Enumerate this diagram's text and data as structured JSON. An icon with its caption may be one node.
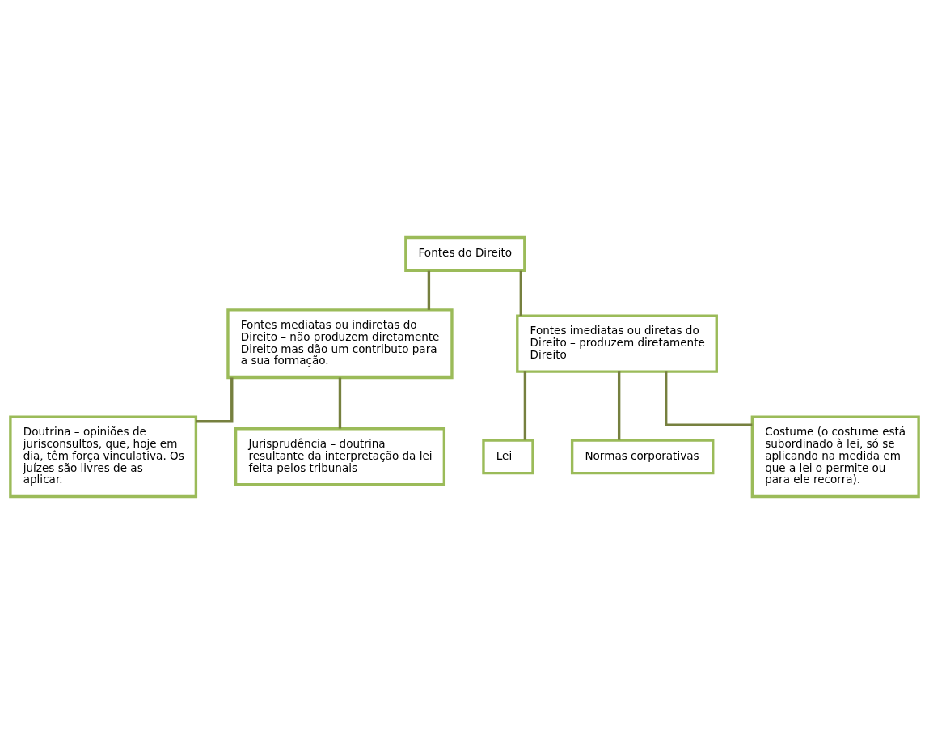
{
  "diagram": {
    "nodes": [
      {
        "text": [
          "Fontes do Direito"
        ]
      },
      {
        "text": [
          "Fontes mediatas ou indiretas do Direito – não produzem diretamente Direito mas dão um contributo para a sua formação."
        ]
      },
      {
        "text": [
          "Fontes imediatas ou diretas do Direito – produzem diretamente Direito"
        ]
      },
      {
        "text": [
          "Doutrina – opiniões de jurisconsultos, que, hoje em dia, têm força vinculativa. Os juízes são livres de as aplicar."
        ]
      },
      {
        "text": [
          "Jurisprudência – doutrina resultante da interpretação da lei feita pelos tribunais"
        ]
      },
      {
        "text": [
          "Lei"
        ]
      },
      {
        "text": [
          "Normas corporativas"
        ]
      },
      {
        "text": [
          "Costume (o costume está subordinado à lei, só se aplicando na medida em que a lei o permite ou para ele recorra)."
        ]
      }
    ],
    "edges": [
      {
        "from": 0,
        "to": 1,
        "arrow": "none"
      },
      {
        "from": 0,
        "to": 2,
        "arrow": "none"
      },
      {
        "from": 1,
        "to": 3,
        "arrow": "none"
      },
      {
        "from": 1,
        "to": 4,
        "arrow": "none"
      },
      {
        "from": 2,
        "to": 5,
        "arrow": "none"
      },
      {
        "from": 2,
        "to": 6,
        "arrow": "none"
      },
      {
        "from": 2,
        "to": 7,
        "arrow": "none"
      }
    ]
  }
}
